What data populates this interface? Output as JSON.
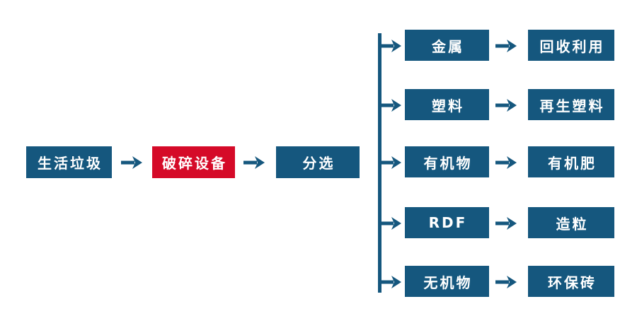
{
  "diagram": {
    "title_hint": "household-waste-processing-flow",
    "colors": {
      "node_blue": "#15577E",
      "node_red": "#D50A28",
      "arrow_blue": "#15577E",
      "text": "#FFFFFF",
      "background": "#FFFFFF"
    },
    "main_chain": {
      "nodes": [
        {
          "label": "生活垃圾",
          "style": "blue"
        },
        {
          "label": "破碎设备",
          "style": "red"
        },
        {
          "label": "分选",
          "style": "blue"
        }
      ]
    },
    "branches": [
      {
        "source": "金属",
        "target": "回收利用"
      },
      {
        "source": "塑料",
        "target": "再生塑料"
      },
      {
        "source": "有机物",
        "target": "有机肥"
      },
      {
        "source": "RDF",
        "target": "造粒"
      },
      {
        "source": "无机物",
        "target": "环保砖"
      }
    ]
  }
}
